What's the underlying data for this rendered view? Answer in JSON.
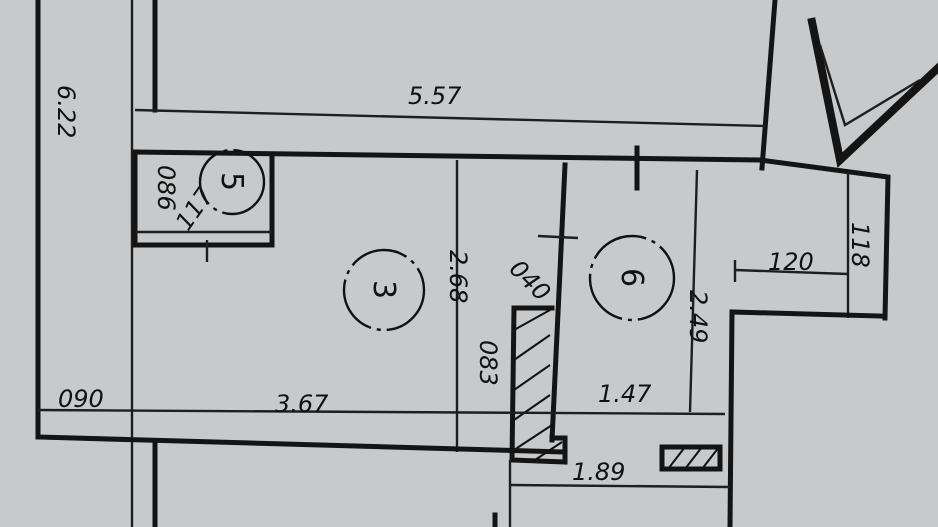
{
  "floor_plan": {
    "background_color": "#c8c9ca",
    "line_color": "#141414",
    "rooms": [
      {
        "number": "5"
      },
      {
        "number": "3"
      },
      {
        "number": "6"
      }
    ],
    "dimensions": {
      "left_height": "6.22",
      "top_width": "5.57",
      "room5_depth": "086",
      "room5_width": "117",
      "room3_height": "2.68",
      "partition_gap": "040",
      "column_depth": "083",
      "left_offset": "090",
      "room3_width": "3.67",
      "room6_height": "2.49",
      "room6_width": "1.47",
      "bottom_width": "1.89",
      "niche_width": "120",
      "niche_depth": "118"
    }
  }
}
